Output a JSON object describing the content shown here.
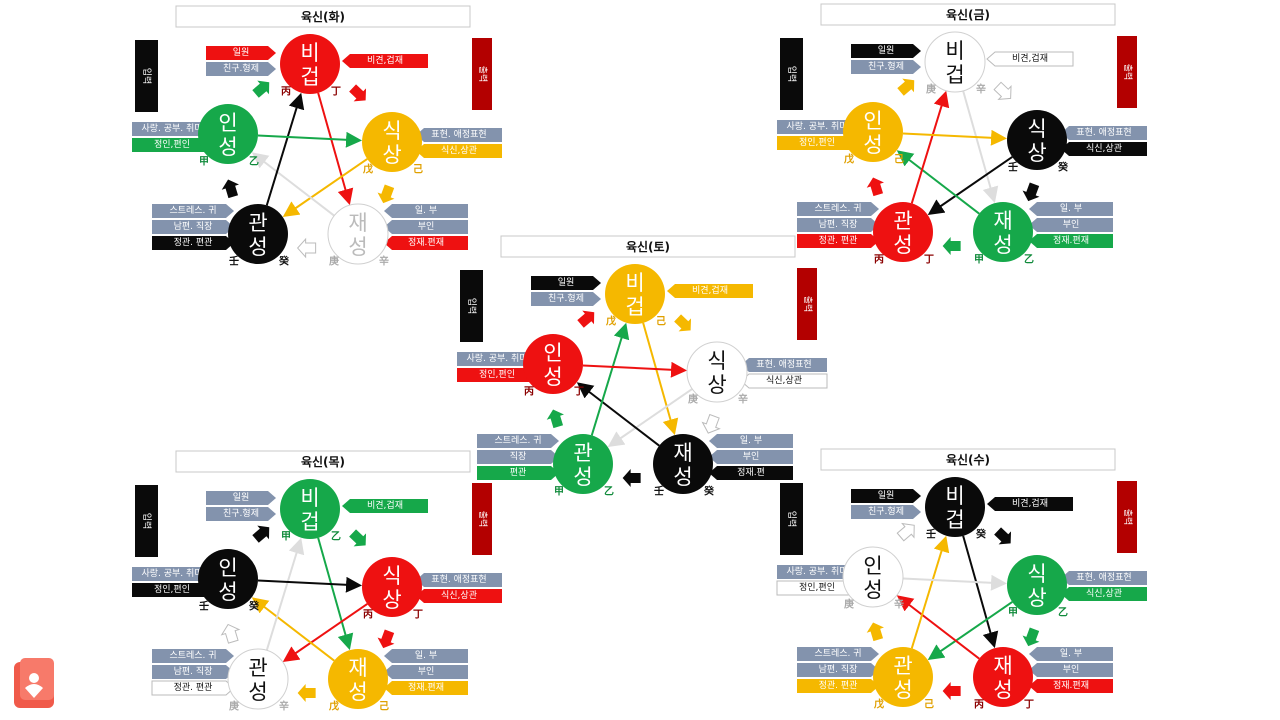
{
  "colors": {
    "red": "#ee1111",
    "yellow": "#f5b800",
    "white": "#ffffff",
    "black": "#0a0a0a",
    "green": "#16a84a",
    "gray_label": "#8393ad",
    "dark_red": "#b30000",
    "hanja_dark": "#8b0000"
  },
  "panels": [
    {
      "title": "육신(화)",
      "input_label": "입력",
      "output_label": "출력",
      "nodes": {
        "bigeop": {
          "name": [
            "비",
            "겁"
          ],
          "color": "red",
          "hanja": [
            "丙",
            "丁"
          ]
        },
        "siksang": {
          "name": [
            "식",
            "상"
          ],
          "color": "yellow",
          "hanja": [
            "戊",
            "己"
          ]
        },
        "jaeseong": {
          "name": [
            "재",
            "성"
          ],
          "color": "white",
          "hanja": [
            "庚",
            "辛"
          ]
        },
        "gwanseong": {
          "name": [
            "관",
            "성"
          ],
          "color": "black",
          "hanja": [
            "壬",
            "癸"
          ]
        },
        "inseong": {
          "name": [
            "인",
            "성"
          ],
          "color": "green",
          "hanja": [
            "甲",
            "乙"
          ]
        }
      },
      "labels": {
        "bigeop": [
          {
            "text": "일원",
            "color": "red"
          },
          {
            "text": "친구.형제",
            "color": "gray"
          },
          {
            "text": "비견,겁재",
            "color": "red"
          }
        ],
        "inseong": [
          {
            "text": "사랑. 공부. 취미",
            "color": "gray"
          },
          {
            "text": "정인,편인",
            "color": "green"
          }
        ],
        "siksang": [
          {
            "text": "표현. 애정표현",
            "color": "gray"
          },
          {
            "text": "식신,상관",
            "color": "yellow"
          }
        ],
        "gwanseong": [
          {
            "text": "스트레스. 귀",
            "color": "gray"
          },
          {
            "text": "남편. 직장",
            "color": "gray"
          },
          {
            "text": "정관. 편관",
            "color": "black"
          }
        ],
        "jaeseong": [
          {
            "text": "일. 부",
            "color": "gray"
          },
          {
            "text": "부인",
            "color": "gray"
          },
          {
            "text": "정재.편재",
            "color": "red"
          }
        ]
      }
    },
    {
      "title": "육신(금)",
      "input_label": "입력",
      "output_label": "출력",
      "nodes": {
        "bigeop": {
          "name": [
            "비",
            "겁"
          ],
          "color": "white",
          "hanja": [
            "庚",
            "辛"
          ]
        },
        "siksang": {
          "name": [
            "식",
            "상"
          ],
          "color": "black",
          "hanja": [
            "壬",
            "癸"
          ]
        },
        "jaeseong": {
          "name": [
            "재",
            "성"
          ],
          "color": "green",
          "hanja": [
            "甲",
            "乙"
          ]
        },
        "gwanseong": {
          "name": [
            "관",
            "성"
          ],
          "color": "red",
          "hanja": [
            "丙",
            "丁"
          ]
        },
        "inseong": {
          "name": [
            "인",
            "성"
          ],
          "color": "yellow",
          "hanja": [
            "戊",
            "己"
          ]
        }
      },
      "labels": {
        "bigeop": [
          {
            "text": "일원",
            "color": "black"
          },
          {
            "text": "친구.형제",
            "color": "gray"
          },
          {
            "text": "비견,겁재",
            "color": "white"
          }
        ],
        "inseong": [
          {
            "text": "사랑. 공부. 취미",
            "color": "gray"
          },
          {
            "text": "정인,편인",
            "color": "yellow"
          }
        ],
        "siksang": [
          {
            "text": "표현. 애정표현",
            "color": "gray"
          },
          {
            "text": "식신,상관",
            "color": "black"
          }
        ],
        "gwanseong": [
          {
            "text": "스트레스. 귀",
            "color": "gray"
          },
          {
            "text": "남편. 직장",
            "color": "gray"
          },
          {
            "text": "정관. 편관",
            "color": "red"
          }
        ],
        "jaeseong": [
          {
            "text": "일. 부",
            "color": "gray"
          },
          {
            "text": "부인",
            "color": "gray"
          },
          {
            "text": "정재.편재",
            "color": "green"
          }
        ]
      }
    },
    {
      "title": "육신(토)",
      "input_label": "입력",
      "output_label": "출력",
      "nodes": {
        "bigeop": {
          "name": [
            "비",
            "겁"
          ],
          "color": "yellow",
          "hanja": [
            "戊",
            "己"
          ]
        },
        "siksang": {
          "name": [
            "식",
            "상"
          ],
          "color": "white",
          "hanja": [
            "庚",
            "辛"
          ]
        },
        "jaeseong": {
          "name": [
            "재",
            "성"
          ],
          "color": "black",
          "hanja": [
            "壬",
            "癸"
          ]
        },
        "gwanseong": {
          "name": [
            "관",
            "성"
          ],
          "color": "green",
          "hanja": [
            "甲",
            "乙"
          ]
        },
        "inseong": {
          "name": [
            "인",
            "성"
          ],
          "color": "red",
          "hanja": [
            "丙",
            "丁"
          ]
        }
      },
      "labels": {
        "bigeop": [
          {
            "text": "일원",
            "color": "black"
          },
          {
            "text": "친구.형제",
            "color": "gray"
          },
          {
            "text": "비견,겁재",
            "color": "yellow"
          }
        ],
        "inseong": [
          {
            "text": "사랑. 공부. 취미",
            "color": "gray"
          },
          {
            "text": "정인,편인",
            "color": "red"
          }
        ],
        "siksang": [
          {
            "text": "표현. 애정표현",
            "color": "gray"
          },
          {
            "text": "식신,상관",
            "color": "white"
          }
        ],
        "gwanseong": [
          {
            "text": "스트레스. 귀",
            "color": "gray"
          },
          {
            "text": "직장",
            "color": "gray"
          },
          {
            "text": "편관",
            "color": "green"
          }
        ],
        "jaeseong": [
          {
            "text": "일. 부",
            "color": "gray"
          },
          {
            "text": "부인",
            "color": "gray"
          },
          {
            "text": "정재.편",
            "color": "black"
          }
        ]
      }
    },
    {
      "title": "육신(목)",
      "input_label": "입력",
      "output_label": "출력",
      "nodes": {
        "bigeop": {
          "name": [
            "비",
            "겁"
          ],
          "color": "green",
          "hanja": [
            "甲",
            "乙"
          ]
        },
        "siksang": {
          "name": [
            "식",
            "상"
          ],
          "color": "red",
          "hanja": [
            "丙",
            "丁"
          ]
        },
        "jaeseong": {
          "name": [
            "재",
            "성"
          ],
          "color": "yellow",
          "hanja": [
            "戊",
            "己"
          ]
        },
        "gwanseong": {
          "name": [
            "관",
            "성"
          ],
          "color": "white",
          "hanja": [
            "庚",
            "辛"
          ]
        },
        "inseong": {
          "name": [
            "인",
            "성"
          ],
          "color": "black",
          "hanja": [
            "壬",
            "癸"
          ]
        }
      },
      "labels": {
        "bigeop": [
          {
            "text": "일원",
            "color": "gray"
          },
          {
            "text": "친구.형제",
            "color": "gray"
          },
          {
            "text": "비견,겁재",
            "color": "green"
          }
        ],
        "inseong": [
          {
            "text": "사랑. 공부. 취미",
            "color": "gray"
          },
          {
            "text": "정인,편인",
            "color": "black"
          }
        ],
        "siksang": [
          {
            "text": "표현. 애정표현",
            "color": "gray"
          },
          {
            "text": "식신,상관",
            "color": "red"
          }
        ],
        "gwanseong": [
          {
            "text": "스트레스. 귀",
            "color": "gray"
          },
          {
            "text": "남편. 직장",
            "color": "gray"
          },
          {
            "text": "정관. 편관",
            "color": "white"
          }
        ],
        "jaeseong": [
          {
            "text": "일. 부",
            "color": "gray"
          },
          {
            "text": "부인",
            "color": "gray"
          },
          {
            "text": "정재.편재",
            "color": "yellow"
          }
        ]
      }
    },
    {
      "title": "육신(수)",
      "input_label": "입력",
      "output_label": "출력",
      "nodes": {
        "bigeop": {
          "name": [
            "비",
            "겁"
          ],
          "color": "black",
          "hanja": [
            "壬",
            "癸"
          ]
        },
        "siksang": {
          "name": [
            "식",
            "상"
          ],
          "color": "green",
          "hanja": [
            "甲",
            "乙"
          ]
        },
        "jaeseong": {
          "name": [
            "재",
            "성"
          ],
          "color": "red",
          "hanja": [
            "丙",
            "丁"
          ]
        },
        "gwanseong": {
          "name": [
            "관",
            "성"
          ],
          "color": "yellow",
          "hanja": [
            "戊",
            "己"
          ]
        },
        "inseong": {
          "name": [
            "인",
            "성"
          ],
          "color": "white",
          "hanja": [
            "庚",
            "辛"
          ]
        }
      },
      "labels": {
        "bigeop": [
          {
            "text": "일원",
            "color": "black"
          },
          {
            "text": "친구.형제",
            "color": "gray"
          },
          {
            "text": "비견,겁재",
            "color": "black"
          }
        ],
        "inseong": [
          {
            "text": "사랑. 공부. 취미",
            "color": "gray"
          },
          {
            "text": "정인,편인",
            "color": "white"
          }
        ],
        "siksang": [
          {
            "text": "표현. 애정표현",
            "color": "gray"
          },
          {
            "text": "식신,상관",
            "color": "green"
          }
        ],
        "gwanseong": [
          {
            "text": "스트레스. 귀",
            "color": "gray"
          },
          {
            "text": "남편. 직장",
            "color": "gray"
          },
          {
            "text": "정관. 편관",
            "color": "yellow"
          }
        ],
        "jaeseong": [
          {
            "text": "일. 부",
            "color": "gray"
          },
          {
            "text": "부인",
            "color": "gray"
          },
          {
            "text": "정재.편재",
            "color": "red"
          }
        ]
      }
    }
  ],
  "logo_icon": "book-heart-icon"
}
